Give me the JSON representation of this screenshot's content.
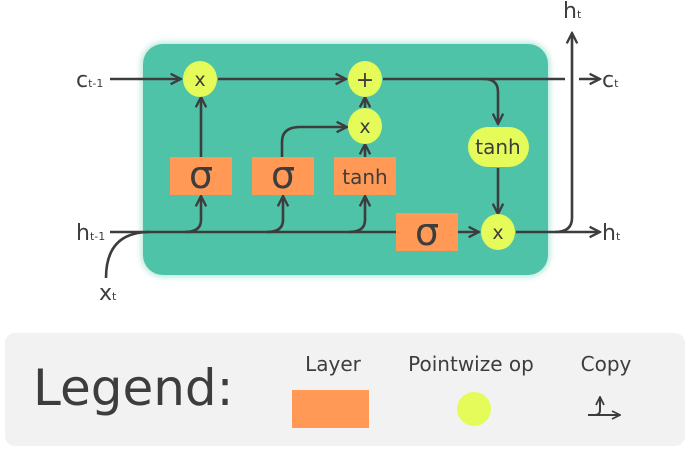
{
  "colors": {
    "cell": "#4fc3a8",
    "layer": "#ff9955",
    "pointwise": "#e5fb5a",
    "line": "#3d3d3d",
    "legend_bg": "#f2f2f2"
  },
  "inputs": {
    "c_prev": {
      "base": "c",
      "sub": "t-1"
    },
    "h_prev": {
      "base": "h",
      "sub": "t-1"
    },
    "x": {
      "base": "x",
      "sub": "t"
    }
  },
  "outputs": {
    "c": {
      "base": "c",
      "sub": "t"
    },
    "h_right": {
      "base": "h",
      "sub": "t"
    },
    "h_top": {
      "base": "h",
      "sub": "t"
    }
  },
  "layers": {
    "forget": "σ",
    "input": "σ",
    "candidate": "tanh",
    "output": "σ"
  },
  "ops": {
    "forget_mul": "x",
    "add": "+",
    "input_mul": "x",
    "tanh": "tanh",
    "output_mul": "x"
  },
  "legend": {
    "title": "Legend:",
    "layer": "Layer",
    "pointwise": "Pointwize op",
    "copy": "Copy"
  }
}
